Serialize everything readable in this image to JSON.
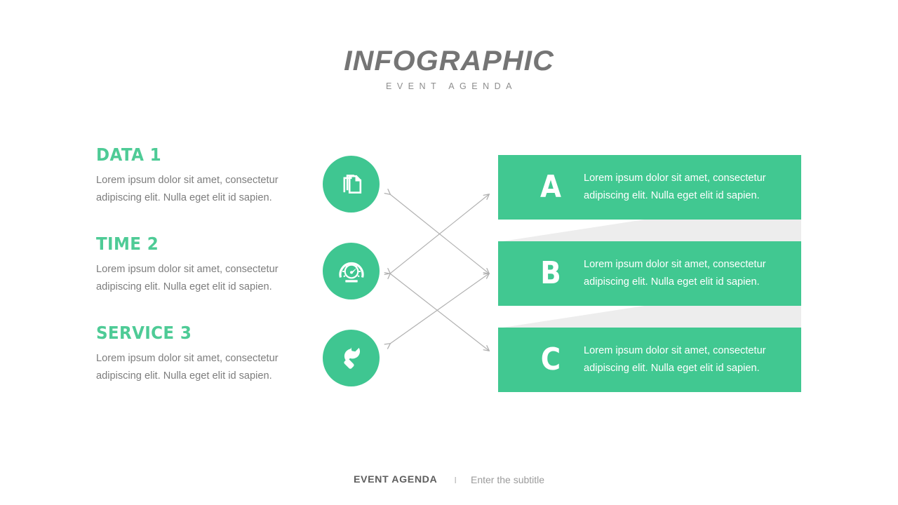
{
  "header": {
    "title": "INFOGRAPHIC",
    "subtitle": "EVENT AGENDA"
  },
  "colors": {
    "accent_green": "#41c891",
    "icon_green": "#3fc691",
    "title_green": "#4ecb96",
    "ribbon_gray": "#ededed",
    "heading_gray": "#757575",
    "body_gray": "#7d7d7d"
  },
  "left_items": [
    {
      "title": "DATA 1",
      "body": "Lorem ipsum dolor sit amet, consectetur adipiscing elit. Nulla eget elit id sapien."
    },
    {
      "title": "TIME 2",
      "body": "Lorem ipsum dolor sit amet, consectetur adipiscing elit. Nulla eget elit id sapien."
    },
    {
      "title": "SERVICE 3",
      "body": "Lorem ipsum dolor sit amet, consectetur adipiscing elit. Nulla eget elit id sapien."
    }
  ],
  "icons": [
    {
      "name": "documents-icon"
    },
    {
      "name": "speedometer-icon"
    },
    {
      "name": "wrench-icon"
    }
  ],
  "right_bars": [
    {
      "letter": "A",
      "body": "Lorem ipsum dolor sit amet, consectetur adipiscing elit. Nulla eget elit id sapien."
    },
    {
      "letter": "B",
      "body": "Lorem ipsum dolor sit amet, consectetur adipiscing elit. Nulla eget elit id sapien."
    },
    {
      "letter": "C",
      "body": "Lorem ipsum dolor sit amet, consectetur adipiscing elit. Nulla eget elit id sapien."
    }
  ],
  "connectors": {
    "description": "two double-headed diagonal arrows crossing between icon column and bar column",
    "arrow_color": "#b0b0b0"
  },
  "footer": {
    "title": "EVENT AGENDA",
    "separator": "I",
    "subtitle": "Enter the subtitle"
  }
}
